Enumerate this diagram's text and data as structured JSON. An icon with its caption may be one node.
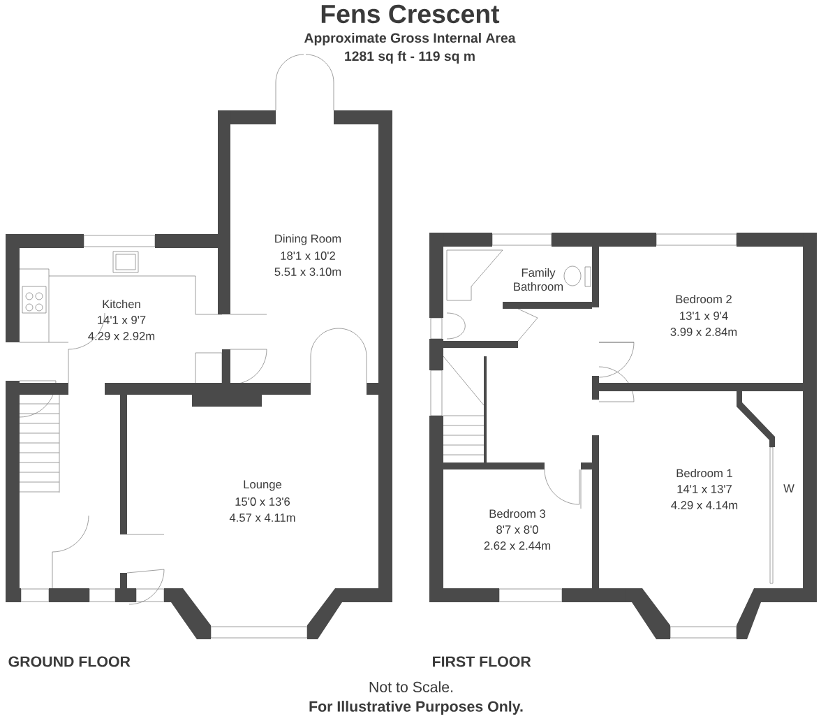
{
  "diagram": {
    "title": "Fens Crescent",
    "labels": [
      "Approximate Gross Internal Area",
      "1281 sq ft - 119 sq m",
      "Dining Room",
      "18'1 x 10'2",
      "5.51 x 3.10m",
      "Kitchen",
      "14'1 x 9'7",
      "4.29 x 2.92m",
      "Family Bathroom",
      "Bedroom 2",
      "13'1 x 9'4",
      "3.99 x 2.84m",
      "Lounge",
      "15'0 x 13'6",
      "4.57 x 4.11m",
      "Bedroom 1",
      "14'1 x 13'7",
      "4.29 x 4.14m",
      "W",
      "Bedroom 3",
      "8'7 x 8'0",
      "2.62 x 2.44m",
      "GROUND FLOOR",
      "FIRST FLOOR",
      "Not to Scale.",
      "For Illustrative Purposes Only."
    ]
  }
}
